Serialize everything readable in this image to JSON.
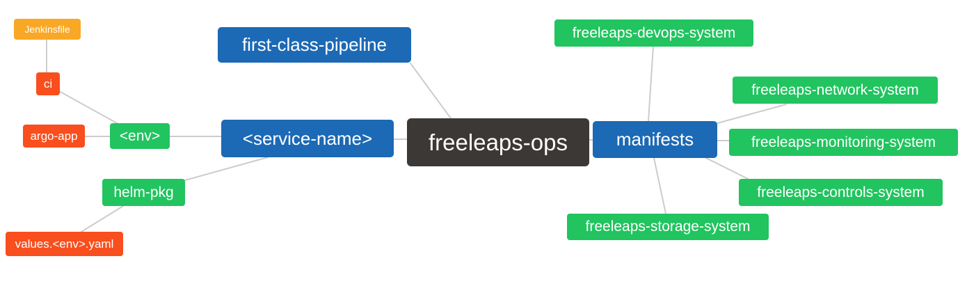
{
  "diagram": {
    "type": "mindmap",
    "background": "#ffffff",
    "edge_color": "#cccccc",
    "palette": {
      "root_dark": "#3b3836",
      "branch_blue": "#1c69b5",
      "leaf_green": "#21c45f",
      "leaf_red": "#f94e1d",
      "leaf_amber": "#f9a825",
      "text": "#ffffff"
    },
    "nodes": {
      "freeleaps_ops": {
        "label": "freeleaps-ops"
      },
      "first_class_pipeline": {
        "label": "first-class-pipeline"
      },
      "service_name": {
        "label": "<service-name>"
      },
      "manifests": {
        "label": "manifests"
      },
      "env": {
        "label": "<env>"
      },
      "helm_pkg": {
        "label": "helm-pkg"
      },
      "ci": {
        "label": "ci"
      },
      "argo_app": {
        "label": "argo-app"
      },
      "jenkinsfile": {
        "label": "Jenkinsfile"
      },
      "values_env_yaml": {
        "label": "values.<env>.yaml"
      },
      "devops_system": {
        "label": "freeleaps-devops-system"
      },
      "network_system": {
        "label": "freeleaps-network-system"
      },
      "monitoring_system": {
        "label": "freeleaps-monitoring-system"
      },
      "controls_system": {
        "label": "freeleaps-controls-system"
      },
      "storage_system": {
        "label": "freeleaps-storage-system"
      }
    },
    "edges": [
      "jenkinsfile-ci",
      "ci-env",
      "argo_app-env",
      "env-service_name",
      "helm_pkg-service_name",
      "helm_pkg-values_env_yaml",
      "first_class_pipeline-freeleaps_ops",
      "service_name-freeleaps_ops",
      "freeleaps_ops-manifests",
      "manifests-devops_system",
      "manifests-network_system",
      "manifests-monitoring_system",
      "manifests-controls_system",
      "manifests-storage_system"
    ]
  }
}
